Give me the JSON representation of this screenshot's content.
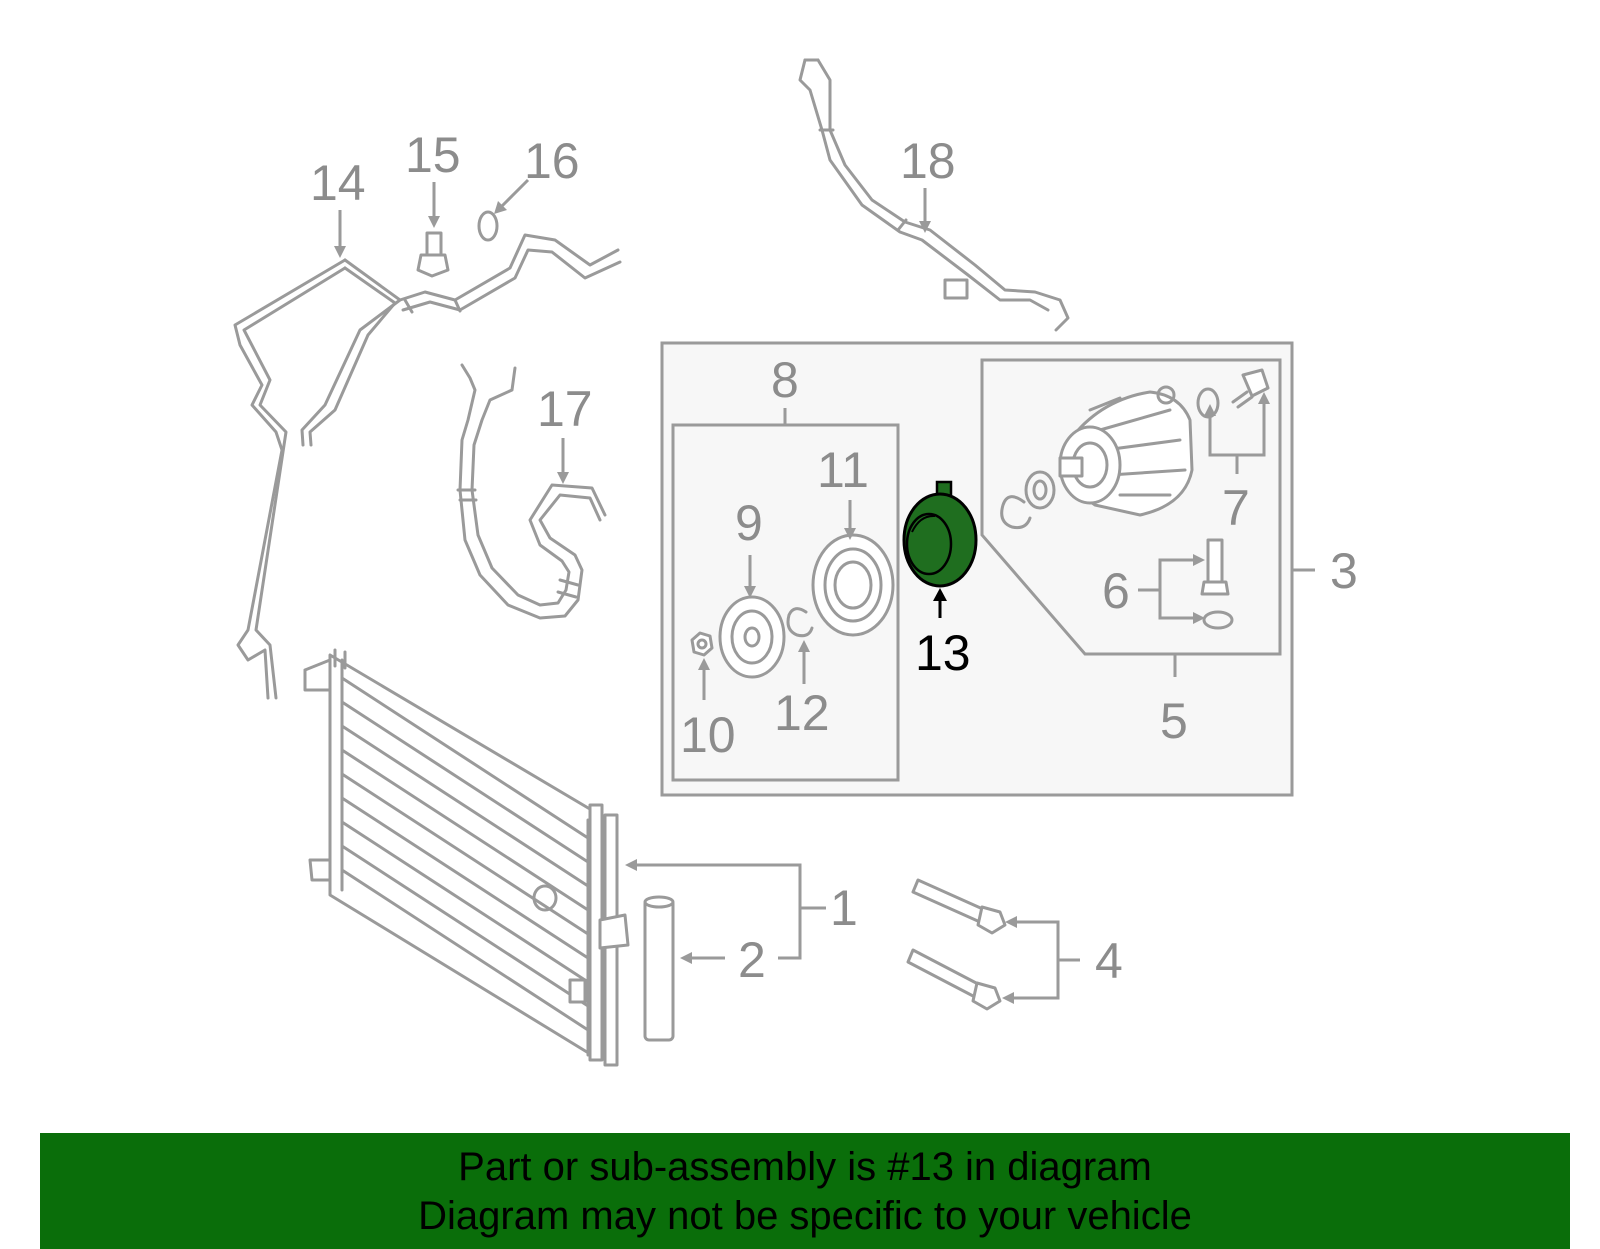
{
  "colors": {
    "line": "#9a9a9a",
    "label": "#8c8c8c",
    "highlight_part": "#1f6e1f",
    "highlight_label": "#000000",
    "banner": "#0a6e0a",
    "panel": "#f7f7f7"
  },
  "callouts": {
    "n1": "1",
    "n2": "2",
    "n3": "3",
    "n4": "4",
    "n5": "5",
    "n6": "6",
    "n7": "7",
    "n8": "8",
    "n9": "9",
    "n10": "10",
    "n11": "11",
    "n12": "12",
    "n13": "13",
    "n14": "14",
    "n15": "15",
    "n16": "16",
    "n17": "17",
    "n18": "18"
  },
  "highlighted_part": "13",
  "banner": {
    "line1": "Part or sub-assembly is #13 in diagram",
    "line2": "Diagram may not be specific to your vehicle"
  }
}
